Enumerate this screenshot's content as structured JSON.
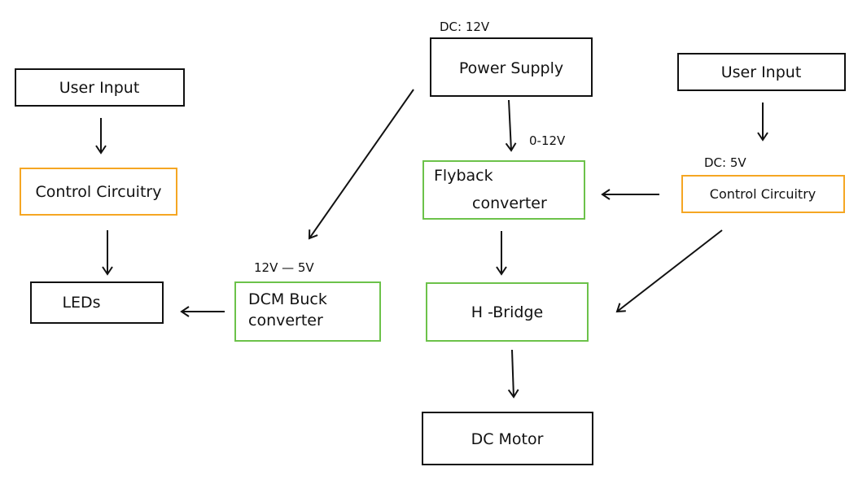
{
  "colors": {
    "black": "#111111",
    "control": "#f5a623",
    "converter": "#6cc24a"
  },
  "nodes": {
    "user_input_left": {
      "label": "User Input",
      "kind": "black"
    },
    "control_left": {
      "label": "Control Circuitry",
      "kind": "control"
    },
    "leds": {
      "label": "LEDs",
      "kind": "black"
    },
    "dcm_buck": {
      "label": [
        "DCM Buck",
        "converter"
      ],
      "kind": "converter",
      "annotation": "12V — 5V"
    },
    "power_supply": {
      "label": "Power Supply",
      "kind": "black",
      "annotation": "DC: 12V"
    },
    "flyback": {
      "label": [
        "Flyback",
        "converter"
      ],
      "kind": "converter",
      "annotation": "0-12V"
    },
    "h_bridge": {
      "label": "H -Bridge",
      "kind": "converter"
    },
    "dc_motor": {
      "label": "DC Motor",
      "kind": "black"
    },
    "user_input_right": {
      "label": "User Input",
      "kind": "black"
    },
    "control_right": {
      "label": "Control Circuitry",
      "kind": "control",
      "annotation": "DC: 5V"
    }
  },
  "edges": [
    {
      "from": "user_input_left",
      "to": "control_left"
    },
    {
      "from": "control_left",
      "to": "leds"
    },
    {
      "from": "dcm_buck",
      "to": "leds"
    },
    {
      "from": "power_supply",
      "to": "dcm_buck"
    },
    {
      "from": "power_supply",
      "to": "flyback"
    },
    {
      "from": "control_right",
      "to": "flyback"
    },
    {
      "from": "flyback",
      "to": "h_bridge"
    },
    {
      "from": "control_right",
      "to": "h_bridge"
    },
    {
      "from": "h_bridge",
      "to": "dc_motor"
    },
    {
      "from": "user_input_right",
      "to": "control_right"
    }
  ]
}
